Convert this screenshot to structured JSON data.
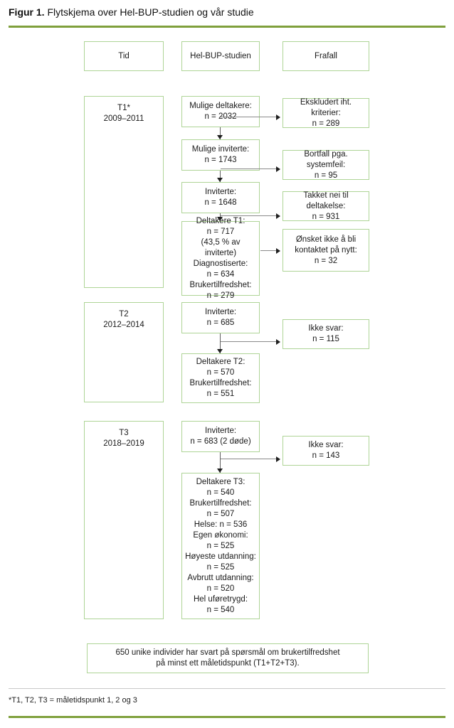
{
  "figure": {
    "label": "Figur 1.",
    "caption": " Flytskjema over Hel-BUP-studien og vår studie",
    "footnote": "*T1, T2, T3 = måletidspunkt 1, 2 og 3",
    "accent_color": "#7fa03c",
    "box_border_color": "#aed496",
    "connector_color": "#8a8a8a"
  },
  "headers": {
    "time": "Tid",
    "study": "Hel-BUP-studien",
    "dropout": "Frafall"
  },
  "periods": {
    "t1": "T1*\n2009–2011",
    "t2": "T2\n2012–2014",
    "t3": "T3\n2018–2019"
  },
  "study_boxes": {
    "mulige_deltakere": "Mulige deltakere:\nn = 2032",
    "mulige_inviterte": "Mulige inviterte:\nn = 1743",
    "inviterte_t1": "Inviterte:\nn = 1648",
    "deltakere_t1": "Deltakere T1:\nn = 717\n(43,5 % av inviterte)\nDiagnostiserte:\nn = 634\nBrukertilfredshet:\nn = 279",
    "inviterte_t2": "Inviterte:\nn = 685",
    "deltakere_t2": "Deltakere T2:\nn = 570\nBrukertilfredshet:\nn = 551",
    "inviterte_t3": "Inviterte:\nn = 683 (2 døde)",
    "deltakere_t3": "Deltakere T3:\nn = 540\nBrukertilfredshet:\nn = 507\nHelse: n = 536\nEgen økonomi:\nn = 525\nHøyeste utdanning:\nn = 525\nAvbrutt utdanning:\nn = 520\nHel uføretrygd:\nn = 540"
  },
  "dropout_boxes": {
    "ekskludert": "Ekskludert iht. kriterier:\nn = 289",
    "bortfall": "Bortfall pga. systemfeil:\nn = 95",
    "takket_nei": "Takket nei til deltakelse:\nn = 931",
    "onsket_ikke": "Ønsket ikke å bli\nkontaktet på nytt:\nn = 32",
    "ikke_svar_t2": "Ikke svar:\nn = 115",
    "ikke_svar_t3": "Ikke svar:\nn = 143"
  },
  "summary": {
    "text": "650 unike individer har svart på spørsmål om brukertilfredshet\npå minst ett måletidspunkt (T1+T2+T3)."
  }
}
